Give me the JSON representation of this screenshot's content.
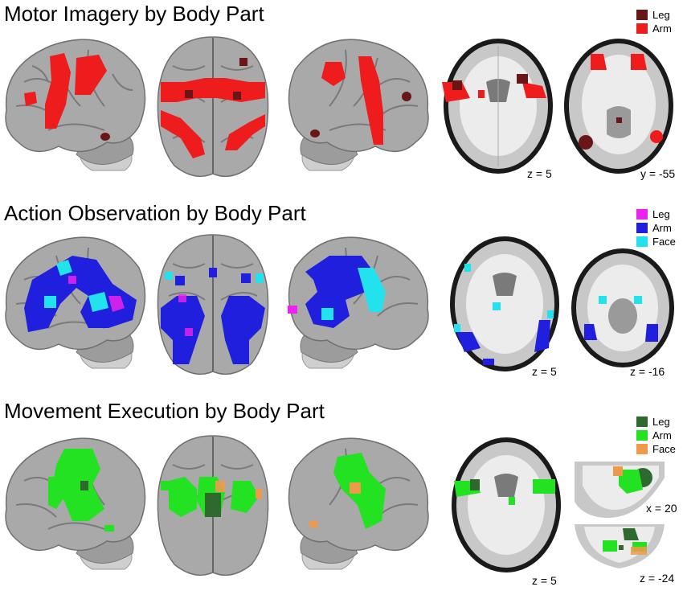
{
  "figure": {
    "panels": [
      {
        "title": "Motor Imagery by Body Part",
        "legend": [
          {
            "label": "Leg",
            "color": "#6b1616"
          },
          {
            "label": "Arm",
            "color": "#ee1c1c"
          }
        ],
        "slice_labels": [
          "z = 5",
          "y = -55"
        ]
      },
      {
        "title": "Action Observation by Body Part",
        "legend": [
          {
            "label": "Leg",
            "color": "#ee22ee"
          },
          {
            "label": "Arm",
            "color": "#1f1fdd"
          },
          {
            "label": "Face",
            "color": "#22e2ee"
          }
        ],
        "slice_labels": [
          "z = 5",
          "z = -16"
        ]
      },
      {
        "title": "Movement Execution by Body Part",
        "legend": [
          {
            "label": "Leg",
            "color": "#2e6a2e"
          },
          {
            "label": "Arm",
            "color": "#22e222"
          },
          {
            "label": "Face",
            "color": "#ef9a4a"
          }
        ],
        "slice_labels": [
          "z = 5",
          "x = 20",
          "z = -24"
        ]
      }
    ]
  }
}
